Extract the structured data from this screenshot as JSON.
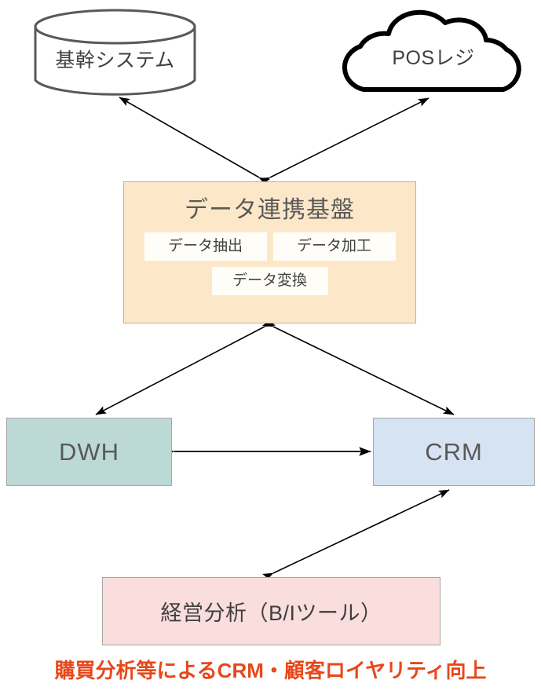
{
  "diagram": {
    "title_text": "データ連携基盤",
    "nodes": {
      "core_system": {
        "label": "基幹システム",
        "shape": "cylinder",
        "stroke": "#595959",
        "fill": "#ffffff"
      },
      "pos_register": {
        "label": "POSレジ",
        "shape": "cloud",
        "stroke": "#000000",
        "fill": "#ffffff"
      },
      "data_platform": {
        "label": "データ連携基盤",
        "shape": "rectangle",
        "fill": "#fce8c9",
        "stroke": "#b3b3b3",
        "subboxes": [
          {
            "label": "データ抽出",
            "fill": "#fffdf7"
          },
          {
            "label": "データ加工",
            "fill": "#fffdf7"
          },
          {
            "label": "データ変換",
            "fill": "#fffdf7"
          }
        ]
      },
      "dwh": {
        "label": "DWH",
        "shape": "rectangle",
        "fill": "#bdd9d5",
        "stroke": "#a6a6a6"
      },
      "crm": {
        "label": "CRM",
        "shape": "rectangle",
        "fill": "#d6e3f2",
        "stroke": "#a6a6a6"
      },
      "bi_tool": {
        "label": "経営分析（B/Iツール）",
        "shape": "rectangle",
        "fill": "#fadddd",
        "stroke": "#a6a6a6"
      }
    },
    "connectors": [
      {
        "from": "data_platform",
        "to": "core_system",
        "style": "double-headed-arrow"
      },
      {
        "from": "data_platform",
        "to": "pos_register",
        "style": "double-headed-arrow"
      },
      {
        "from": "data_platform",
        "to": "dwh",
        "style": "double-headed-arrow"
      },
      {
        "from": "data_platform",
        "to": "crm",
        "style": "double-headed-arrow"
      },
      {
        "from": "dwh",
        "to": "crm",
        "style": "double-headed-arrow"
      },
      {
        "from": "bi_tool",
        "to": "crm",
        "style": "double-headed-arrow"
      }
    ],
    "caption": {
      "text": "購買分析等によるCRM・顧客ロイヤリティ向上",
      "color": "#e8471a"
    }
  }
}
